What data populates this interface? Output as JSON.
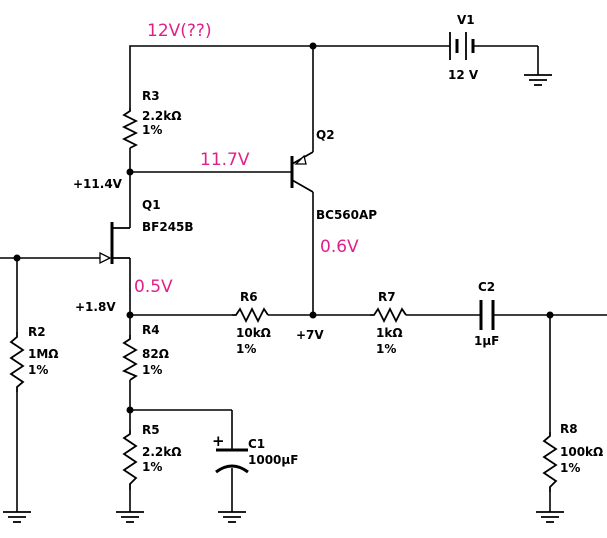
{
  "components": {
    "v1": {
      "name": "V1",
      "value": "12 V"
    },
    "r3": {
      "name": "R3",
      "value": "2.2kΩ",
      "tol": "1%"
    },
    "q2": {
      "name": "Q2",
      "model": "BC560AP"
    },
    "q1": {
      "name": "Q1",
      "model": "BF245B"
    },
    "r2": {
      "name": "R2",
      "value": "1MΩ",
      "tol": "1%"
    },
    "r4": {
      "name": "R4",
      "value": "82Ω",
      "tol": "1%"
    },
    "r5": {
      "name": "R5",
      "value": "2.2kΩ",
      "tol": "1%"
    },
    "c1": {
      "name": "C1",
      "value": "1000µF",
      "plus": "+"
    },
    "r6": {
      "name": "R6",
      "value": "10kΩ",
      "tol": "1%"
    },
    "r7": {
      "name": "R7",
      "value": "1kΩ",
      "tol": "1%"
    },
    "c2": {
      "name": "C2",
      "value": "1µF"
    },
    "r8": {
      "name": "R8",
      "value": "100kΩ",
      "tol": "1%"
    }
  },
  "node_voltages": {
    "q1_drain": "+11.4V",
    "q1_source": "+1.8V",
    "output": "+7V"
  },
  "annotations": {
    "supply": "12V(??)",
    "q2_base": "11.7V",
    "q2_collector": "0.6V",
    "q1_source": "0.5V"
  },
  "colors": {
    "annotation": "#e0208a",
    "wire": "#000000"
  }
}
